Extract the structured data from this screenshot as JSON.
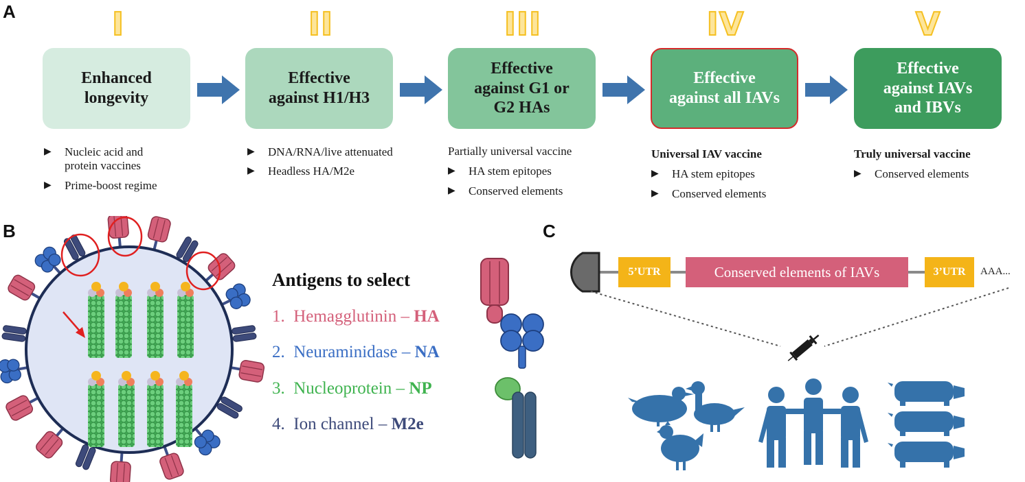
{
  "panel_a": {
    "letter": "A",
    "stages": [
      {
        "numeral": "I",
        "title": "Enhanced longevity",
        "title_lines": [
          "Enhanced",
          "longevity"
        ],
        "fill": "#d6ece0",
        "text_color": "#1a1a1a",
        "heading": "",
        "bullets": [
          "Nucleic acid and protein vaccines",
          "Prime-boost regime"
        ]
      },
      {
        "numeral": "II",
        "title": "Effective against H1/H3",
        "title_lines": [
          "Effective",
          "against H1/H3"
        ],
        "fill": "#acd8bd",
        "text_color": "#1a1a1a",
        "heading": "",
        "bullets": [
          "DNA/RNA/live attenuated",
          "Headless HA/M2e"
        ]
      },
      {
        "numeral": "III",
        "title": "Effective against G1 or G2 HAs",
        "title_lines": [
          "Effective",
          "against G1 or",
          "G2 HAs"
        ],
        "fill": "#83c59b",
        "text_color": "#1a1a1a",
        "heading": "Partially universal vaccine",
        "bullets": [
          "HA stem epitopes",
          "Conserved elements"
        ]
      },
      {
        "numeral": "IV",
        "title": "Effective against all IAVs",
        "title_lines": [
          "Effective",
          "against all IAVs"
        ],
        "fill": "#5cb07c",
        "text_color": "#ffffff",
        "heading": "Universal IAV vaccine",
        "bullets": [
          "HA stem epitopes",
          "Conserved elements"
        ],
        "highlight_border": "#d42a2a"
      },
      {
        "numeral": "V",
        "title": "Effective against IAVs and IBVs",
        "title_lines": [
          "Effective",
          "against IAVs",
          "and IBVs"
        ],
        "fill": "#3d9c5d",
        "text_color": "#ffffff",
        "heading": "Truly universal vaccine",
        "bullets": [
          "Conserved elements"
        ]
      }
    ],
    "arrow_color": "#3f74ad",
    "numeral_color": "#f5c022"
  },
  "panel_b": {
    "letter": "B",
    "title": "Antigens to select",
    "antigens": [
      {
        "number": "1.",
        "name": "Hemagglutinin",
        "dash": "–",
        "abbr": "HA",
        "color": "#d4607a"
      },
      {
        "number": "2.",
        "name": "Neuraminidase",
        "dash": "–",
        "abbr": "NA",
        "color": "#3a6ec4"
      },
      {
        "number": "3.",
        "name": "Nucleoprotein",
        "dash": "–",
        "abbr": "NP",
        "color": "#3fb34f"
      },
      {
        "number": "4.",
        "name": "Ion channel",
        "dash": "–",
        "abbr": "M2e",
        "color": "#3d4a7a"
      }
    ],
    "virion_fill": "#dfe5f5",
    "annotation_color": "#e02020"
  },
  "panel_c": {
    "letter": "C",
    "utr5": "5’UTR",
    "orf": "Conserved elements of IAVs",
    "utr3": "3’UTR",
    "polya": "AAA...",
    "utr_color": "#f4b418",
    "orf_color": "#d4607a",
    "icon_color": "#3572aa",
    "icons": [
      "syringe-icon",
      "duck-icon",
      "chicken-icon",
      "people-icon",
      "pig-icon"
    ]
  }
}
